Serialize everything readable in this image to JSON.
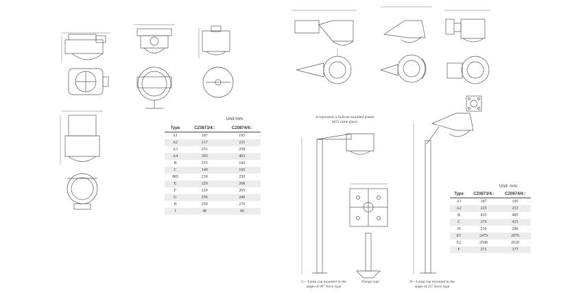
{
  "left_table": {
    "unit": "Unit:mm",
    "headers": [
      "Type",
      "CZ0873/4□",
      "CZ0874/4□"
    ],
    "rows": [
      [
        "A1",
        "187",
        "195"
      ],
      [
        "A2",
        "217",
        "225"
      ],
      [
        "A3",
        "251",
        "258"
      ],
      [
        "A4",
        "393",
        "403"
      ],
      [
        "B",
        "153",
        "160"
      ],
      [
        "C",
        "140",
        "160"
      ],
      [
        "ΦD",
        "230",
        "250"
      ],
      [
        "E",
        "229",
        "268"
      ],
      [
        "F",
        "229",
        "265"
      ],
      [
        "G",
        "256",
        "240"
      ],
      [
        "H",
        "250",
        "270"
      ],
      [
        "I",
        "40",
        "40"
      ]
    ]
  },
  "right_table": {
    "unit": "Unit: mm",
    "headers": [
      "Type",
      "CZ0873/4□",
      "CZ0874/4□"
    ],
    "rows": [
      [
        "A1",
        "187",
        "195"
      ],
      [
        "A2",
        "225",
        "253"
      ],
      [
        "B",
        "435",
        "485"
      ],
      [
        "C",
        "379",
        "415"
      ],
      [
        "H",
        "230",
        "280"
      ],
      [
        "E1",
        "2470",
        "2870"
      ],
      [
        "E2",
        "2590",
        "2620"
      ],
      [
        "F",
        "272",
        "377"
      ]
    ]
  },
  "notes": {
    "pole_note_line1": "A represents a Sullvan moulded plastic",
    "pole_note_line2": "M25 cable gland.",
    "caption_c_line1": "C—Lamp cap mounted in the",
    "caption_c_line2": "angle of 90° force type",
    "caption_flange": "Flange type",
    "caption_d_line1": "D—Lamp cap mounted in the",
    "caption_d_line2": "angle of 25° force type"
  }
}
